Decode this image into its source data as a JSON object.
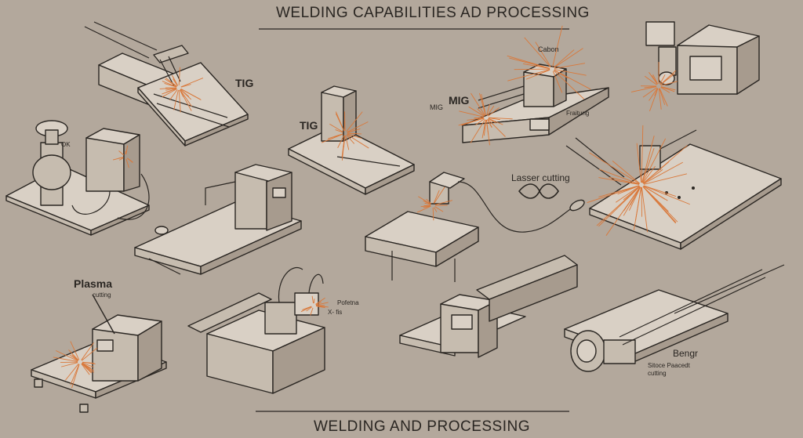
{
  "header": {
    "title": "WELDING CAPABILITIES AD PROCESSING"
  },
  "footer": {
    "title": "WELDING AND PROCESSING"
  },
  "labels": {
    "tig_top": "TIG",
    "tig_mid": "TIG",
    "mig_small": "MIG",
    "mig_big": "MIG",
    "carbon": "Cabon",
    "fraitung": "Fraitung",
    "laser_cutting": "Lasser cutting",
    "ok": "OK",
    "plasma": "Plasma",
    "plasma_cutting": "cutting",
    "pofetna": "Pofetna",
    "xfis": "X- fis",
    "bengr": "Bengr",
    "sitoce_line1": "Sitoce Paacedt",
    "sitoce_line2": "cutting"
  },
  "colors": {
    "background": "#b3a89c",
    "ink": "#2a2622",
    "spark": "#d9783a",
    "machine_light": "#d9d0c5",
    "machine_mid": "#c6bcaf",
    "machine_dark": "#a79b8e"
  }
}
